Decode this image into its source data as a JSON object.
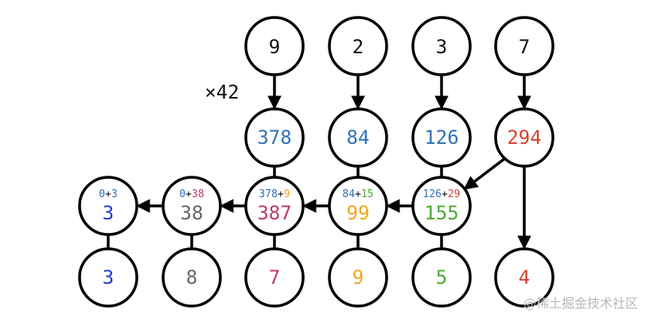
{
  "colors": {
    "black": "#111111",
    "blue": "#2f72b5",
    "red": "#d9412b",
    "royal": "#1f3bd0",
    "gray": "#666666",
    "magenta": "#c2366e",
    "orange": "#efa51c",
    "green": "#4caa2f"
  },
  "multiplier_label": "×42",
  "digits_row": [
    "9",
    "2",
    "3",
    "7"
  ],
  "products_row": [
    "378",
    "84",
    "126",
    "294"
  ],
  "sum_nodes": [
    {
      "left": "0",
      "plus": "+",
      "right": "3",
      "result": "3",
      "left_color": "blue",
      "right_color": "blue",
      "result_color": "royal"
    },
    {
      "left": "0",
      "plus": "+",
      "right": "38",
      "result": "38",
      "left_color": "blue",
      "right_color": "magenta",
      "result_color": "gray"
    },
    {
      "left": "378",
      "plus": "+",
      "right": "9",
      "result": "387",
      "left_color": "blue",
      "right_color": "orange",
      "result_color": "magenta"
    },
    {
      "left": "84",
      "plus": "+",
      "right": "15",
      "result": "99",
      "left_color": "blue",
      "right_color": "green",
      "result_color": "orange"
    },
    {
      "left": "126",
      "plus": "+",
      "right": "29",
      "result": "155",
      "left_color": "blue",
      "right_color": "red",
      "result_color": "green"
    }
  ],
  "result_digits": [
    {
      "value": "3",
      "color": "royal"
    },
    {
      "value": "8",
      "color": "gray"
    },
    {
      "value": "7",
      "color": "magenta"
    },
    {
      "value": "9",
      "color": "orange"
    },
    {
      "value": "5",
      "color": "green"
    },
    {
      "value": "4",
      "color": "red"
    }
  ],
  "watermark": "@稀土掘金技术社区"
}
